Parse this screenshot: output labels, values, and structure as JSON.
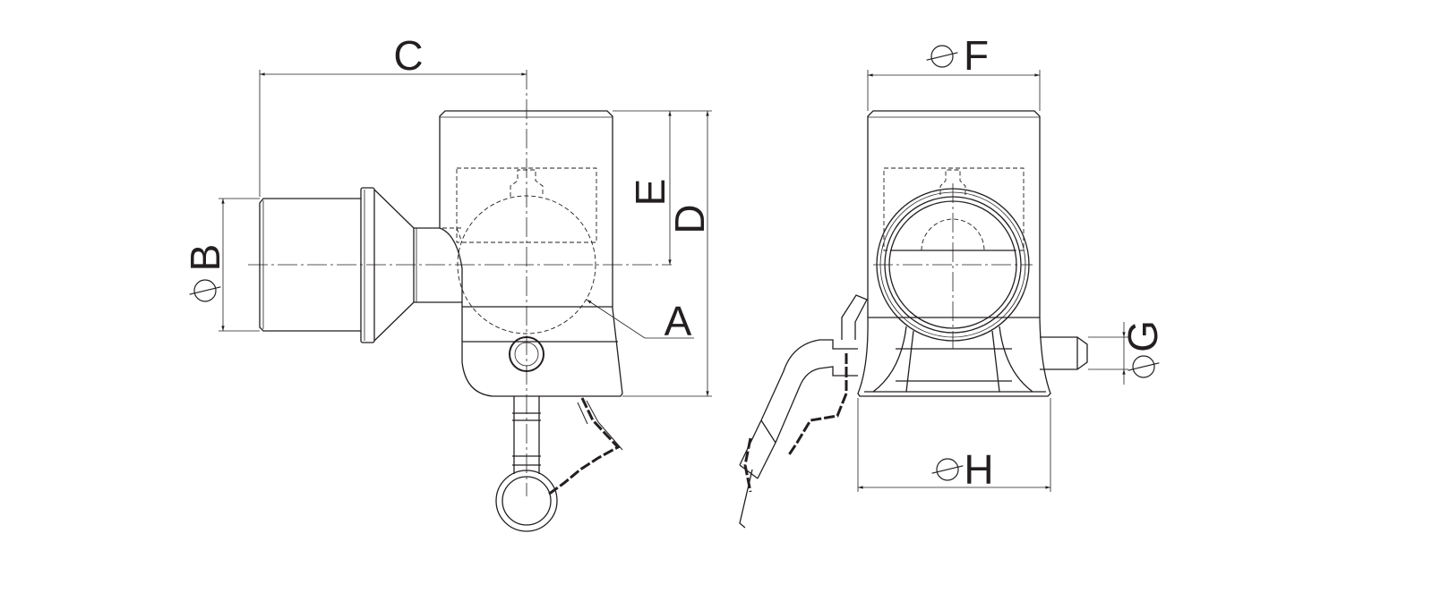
{
  "drawing": {
    "side_view": {
      "labels": {
        "a": "A",
        "b": "B",
        "c": "C",
        "d": "D",
        "e": "E"
      }
    },
    "front_view": {
      "labels": {
        "f": "F",
        "g": "G",
        "h": "H"
      }
    },
    "symbols": {
      "diameter": "diameter-symbol"
    },
    "line_color": "#231f20"
  }
}
